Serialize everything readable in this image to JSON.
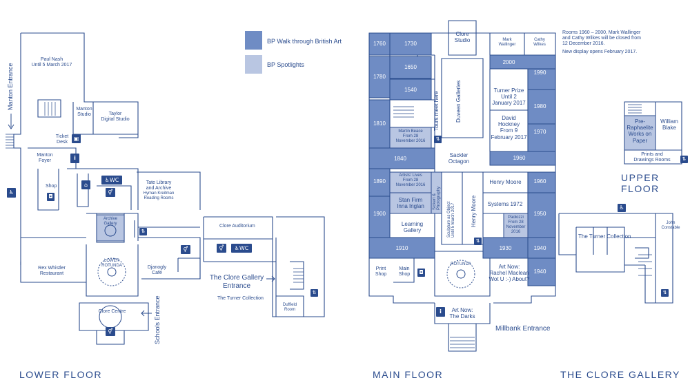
{
  "colors": {
    "walk": "#6f8cc4",
    "spotlight": "#b9c6e2",
    "line": "#2a4b8d",
    "bg": "#ffffff"
  },
  "legend": {
    "walk_label": "BP Walk through British Art",
    "spotlight_label": "BP Spotlights"
  },
  "note": {
    "line1": "Rooms 1960 – 2000, Mark Wallinger",
    "line2": "and Cathy Wilkes will be closed from",
    "line3": "12 December 2016.",
    "line4": "New display opens February 2017."
  },
  "floors": {
    "lower": "LOWER FLOOR",
    "main": "MAIN FLOOR",
    "clore": "THE CLORE GALLERY",
    "upper": "UPPER FLOOR"
  },
  "lower": {
    "manton_entrance": "Manton Entrance",
    "paul_nash_1": "Paul Nash",
    "paul_nash_2": "Until 5 March 2017",
    "manton_studio_1": "Manton",
    "manton_studio_2": "Studio",
    "taylor_1": "Taylor",
    "taylor_2": "Digital Studio",
    "ticket_1": "Ticket",
    "ticket_2": "Desk",
    "foyer_1": "Manton",
    "foyer_2": "Foyer",
    "shop": "Shop",
    "tate_lib_1": "Tate Library",
    "tate_lib_2": "and Archive",
    "tate_lib_3": "Hyman Kreitman",
    "tate_lib_4": "Reading Rooms",
    "archive_1": "Archive",
    "archive_2": "Gallery",
    "rex_1": "Rex Whistler",
    "rex_2": "Restaurant",
    "lower_rotunda_1": "LOWER",
    "lower_rotunda_2": "ROTUNDA",
    "djanogly_1": "Djanogly",
    "djanogly_2": "Café",
    "clore_centre": "Clore Centre",
    "schools_entrance": "Schools Entrance",
    "clore_auditorium": "Clore Auditorium",
    "clore_entrance_1": "The Clore Gallery",
    "clore_entrance_2": "Entrance",
    "turner_collection": "The Turner Collection",
    "duffield_1": "Duffield",
    "duffield_2": "Room",
    "wc": "WC"
  },
  "main": {
    "r1760": "1760",
    "r1730": "1730",
    "r1650": "1650",
    "r1780": "1780",
    "r1540": "1540",
    "r1810": "1810",
    "martin_1": "Martin Beace",
    "martin_2": "From 28",
    "martin_3": "November 2016",
    "r1840": "1840",
    "r1890": "1890",
    "artists_1": "Artists' Lives",
    "artists_2": "From 28",
    "artists_3": "November 2016",
    "stan_1": "Stan Firm",
    "stan_2": "Inna Inglan",
    "r1900": "1900",
    "learning_1": "Learning",
    "learning_2": "Gallery",
    "r1910": "1910",
    "print_1": "Print",
    "print_2": "Shop",
    "mainshop_1": "Main",
    "mainshop_2": "Shop",
    "rotunda": "ROTUNDA",
    "art_now_darks_1": "Art Now:",
    "art_now_darks_2": "The Darks",
    "tours": "Tours meet here",
    "duveen": "Duveen Galleries",
    "sackler_1": "Sackler",
    "sackler_2": "Octagon",
    "sculpture_1": "Sculpture as Object",
    "sculpture_2": "Until 5 March 2017",
    "henry_moore_v": "Henry Moore",
    "sickert_1": "Sickert &",
    "sickert_2": "Photography",
    "clore_studio_1": "Clore",
    "clore_studio_2": "Studio",
    "mark_w_1": "Mark",
    "mark_w_2": "Wallinger",
    "cathy_1": "Cathy",
    "cathy_2": "Wilkes",
    "r2000": "2000",
    "r1990": "1990",
    "turner_prize_1": "Turner Prize",
    "turner_prize_2": "Until 2",
    "turner_prize_3": "January 2017",
    "r1980": "1980",
    "hockney_1": "David",
    "hockney_2": "Hockney",
    "hockney_3": "From 9",
    "hockney_4": "February 2017",
    "r1970": "1970",
    "r1960a": "1960",
    "henry_moore": "Henry Moore",
    "r1960b": "1960",
    "systems": "Systems 1972",
    "r1950": "1950",
    "paolozzi_1": "Paolozzi",
    "paolozzi_2": "From 28",
    "paolozzi_3": "November",
    "paolozzi_4": "2016",
    "r1930": "1930",
    "r1940a": "1940",
    "r1940b": "1940",
    "art_now_mac_1": "Art Now:",
    "art_now_mac_2": "Rachel Maclean",
    "art_now_mac_3": "Wot U :-) About?",
    "millbank": "Millbank Entrance"
  },
  "upper": {
    "pre_1": "Pre-",
    "pre_2": "Raphaelite",
    "pre_3": "Works on",
    "pre_4": "Paper",
    "blake_1": "William",
    "blake_2": "Blake",
    "prints_1": "Prints and",
    "prints_2": "Drawings Rooms"
  },
  "clore": {
    "john_1": "John",
    "john_2": "Constable",
    "turner": "The Turner Collection"
  }
}
